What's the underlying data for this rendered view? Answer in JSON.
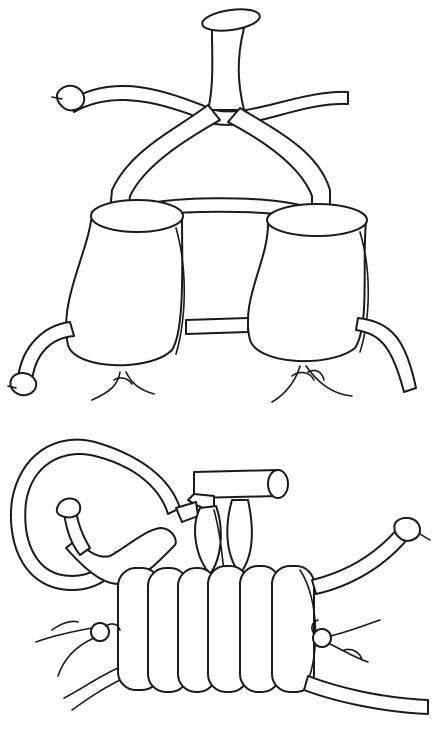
{
  "figure": {
    "colors": {
      "ink": "#1a1a1a",
      "paper": "#ffffff"
    },
    "panels": [
      {
        "id": "top",
        "description_name": "upper-sketch"
      },
      {
        "id": "bottom",
        "description_name": "lower-sketch"
      }
    ]
  }
}
